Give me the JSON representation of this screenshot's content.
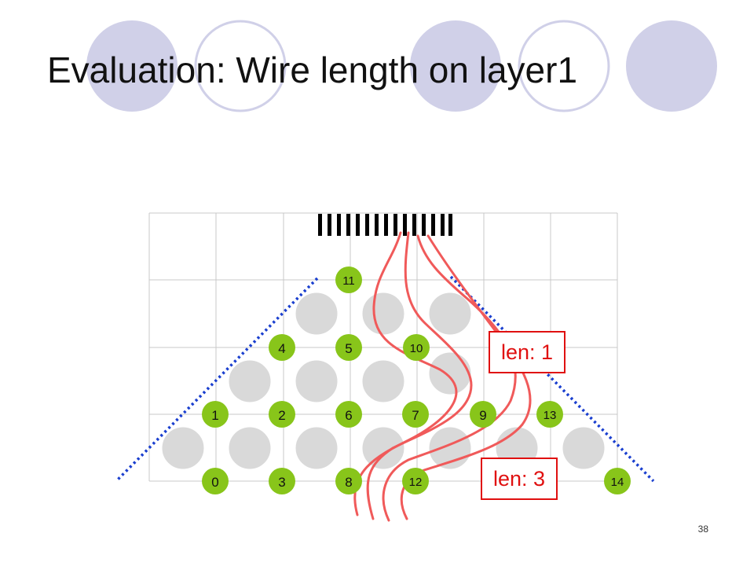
{
  "slide": {
    "title": "Evaluation: Wire length on layer1",
    "page_number": "38"
  },
  "pads": [
    {
      "id": "0",
      "label": "0"
    },
    {
      "id": "1",
      "label": "1"
    },
    {
      "id": "2",
      "label": "2"
    },
    {
      "id": "3",
      "label": "3"
    },
    {
      "id": "4",
      "label": "4"
    },
    {
      "id": "5",
      "label": "5"
    },
    {
      "id": "6",
      "label": "6"
    },
    {
      "id": "7",
      "label": "7"
    },
    {
      "id": "8",
      "label": "8"
    },
    {
      "id": "9",
      "label": "9"
    },
    {
      "id": "10",
      "label": "10"
    },
    {
      "id": "11",
      "label": "11"
    },
    {
      "id": "12",
      "label": "12"
    },
    {
      "id": "13",
      "label": "13"
    },
    {
      "id": "14",
      "label": "14"
    }
  ],
  "annotations": {
    "len_top": "len: 1",
    "len_bottom": "len: 3"
  },
  "colors": {
    "pad": "#88c51a",
    "obstacle": "#d9d9d9",
    "wire": "#f05a5a",
    "boundary": "#1a3fcf",
    "grid": "#c8c8c8",
    "decor_fill": "#d0d0e8",
    "decor_ring": "#d0d0e8",
    "label_box": "#e01010"
  }
}
